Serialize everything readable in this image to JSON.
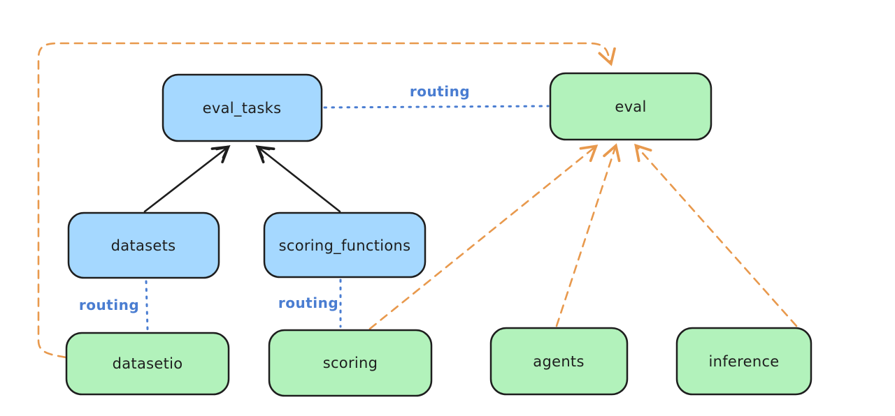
{
  "diagram": {
    "background": "#ffffff",
    "colors": {
      "registry_fill": "#a5d8ff",
      "api_fill": "#b2f2bb",
      "stroke": "#1e1e1e",
      "routing_color": "#4a7dd1",
      "impl_color": "#e8994d"
    },
    "nodes": [
      {
        "id": "eval_tasks",
        "label": "eval_tasks",
        "kind": "registry"
      },
      {
        "id": "eval",
        "label": "eval",
        "kind": "api"
      },
      {
        "id": "datasets",
        "label": "datasets",
        "kind": "registry"
      },
      {
        "id": "scoring_functions",
        "label": "scoring_functions",
        "kind": "registry"
      },
      {
        "id": "datasetio",
        "label": "datasetio",
        "kind": "api"
      },
      {
        "id": "scoring",
        "label": "scoring",
        "kind": "api"
      },
      {
        "id": "agents",
        "label": "agents",
        "kind": "api"
      },
      {
        "id": "inference",
        "label": "inference",
        "kind": "api"
      }
    ],
    "edges": [
      {
        "from": "datasets",
        "to": "eval_tasks",
        "style": "solid-arrow",
        "label": ""
      },
      {
        "from": "scoring_functions",
        "to": "eval_tasks",
        "style": "solid-arrow",
        "label": ""
      },
      {
        "from": "eval_tasks",
        "to": "eval",
        "style": "dotted",
        "label": "routing"
      },
      {
        "from": "datasets",
        "to": "datasetio",
        "style": "dotted",
        "label": "routing"
      },
      {
        "from": "scoring_functions",
        "to": "scoring",
        "style": "dotted",
        "label": "routing"
      },
      {
        "from": "datasetio",
        "to": "eval",
        "style": "dashed-arrow",
        "label": ""
      },
      {
        "from": "scoring",
        "to": "eval",
        "style": "dashed-arrow",
        "label": ""
      },
      {
        "from": "agents",
        "to": "eval",
        "style": "dashed-arrow",
        "label": ""
      },
      {
        "from": "inference",
        "to": "eval",
        "style": "dashed-arrow",
        "label": ""
      }
    ]
  }
}
